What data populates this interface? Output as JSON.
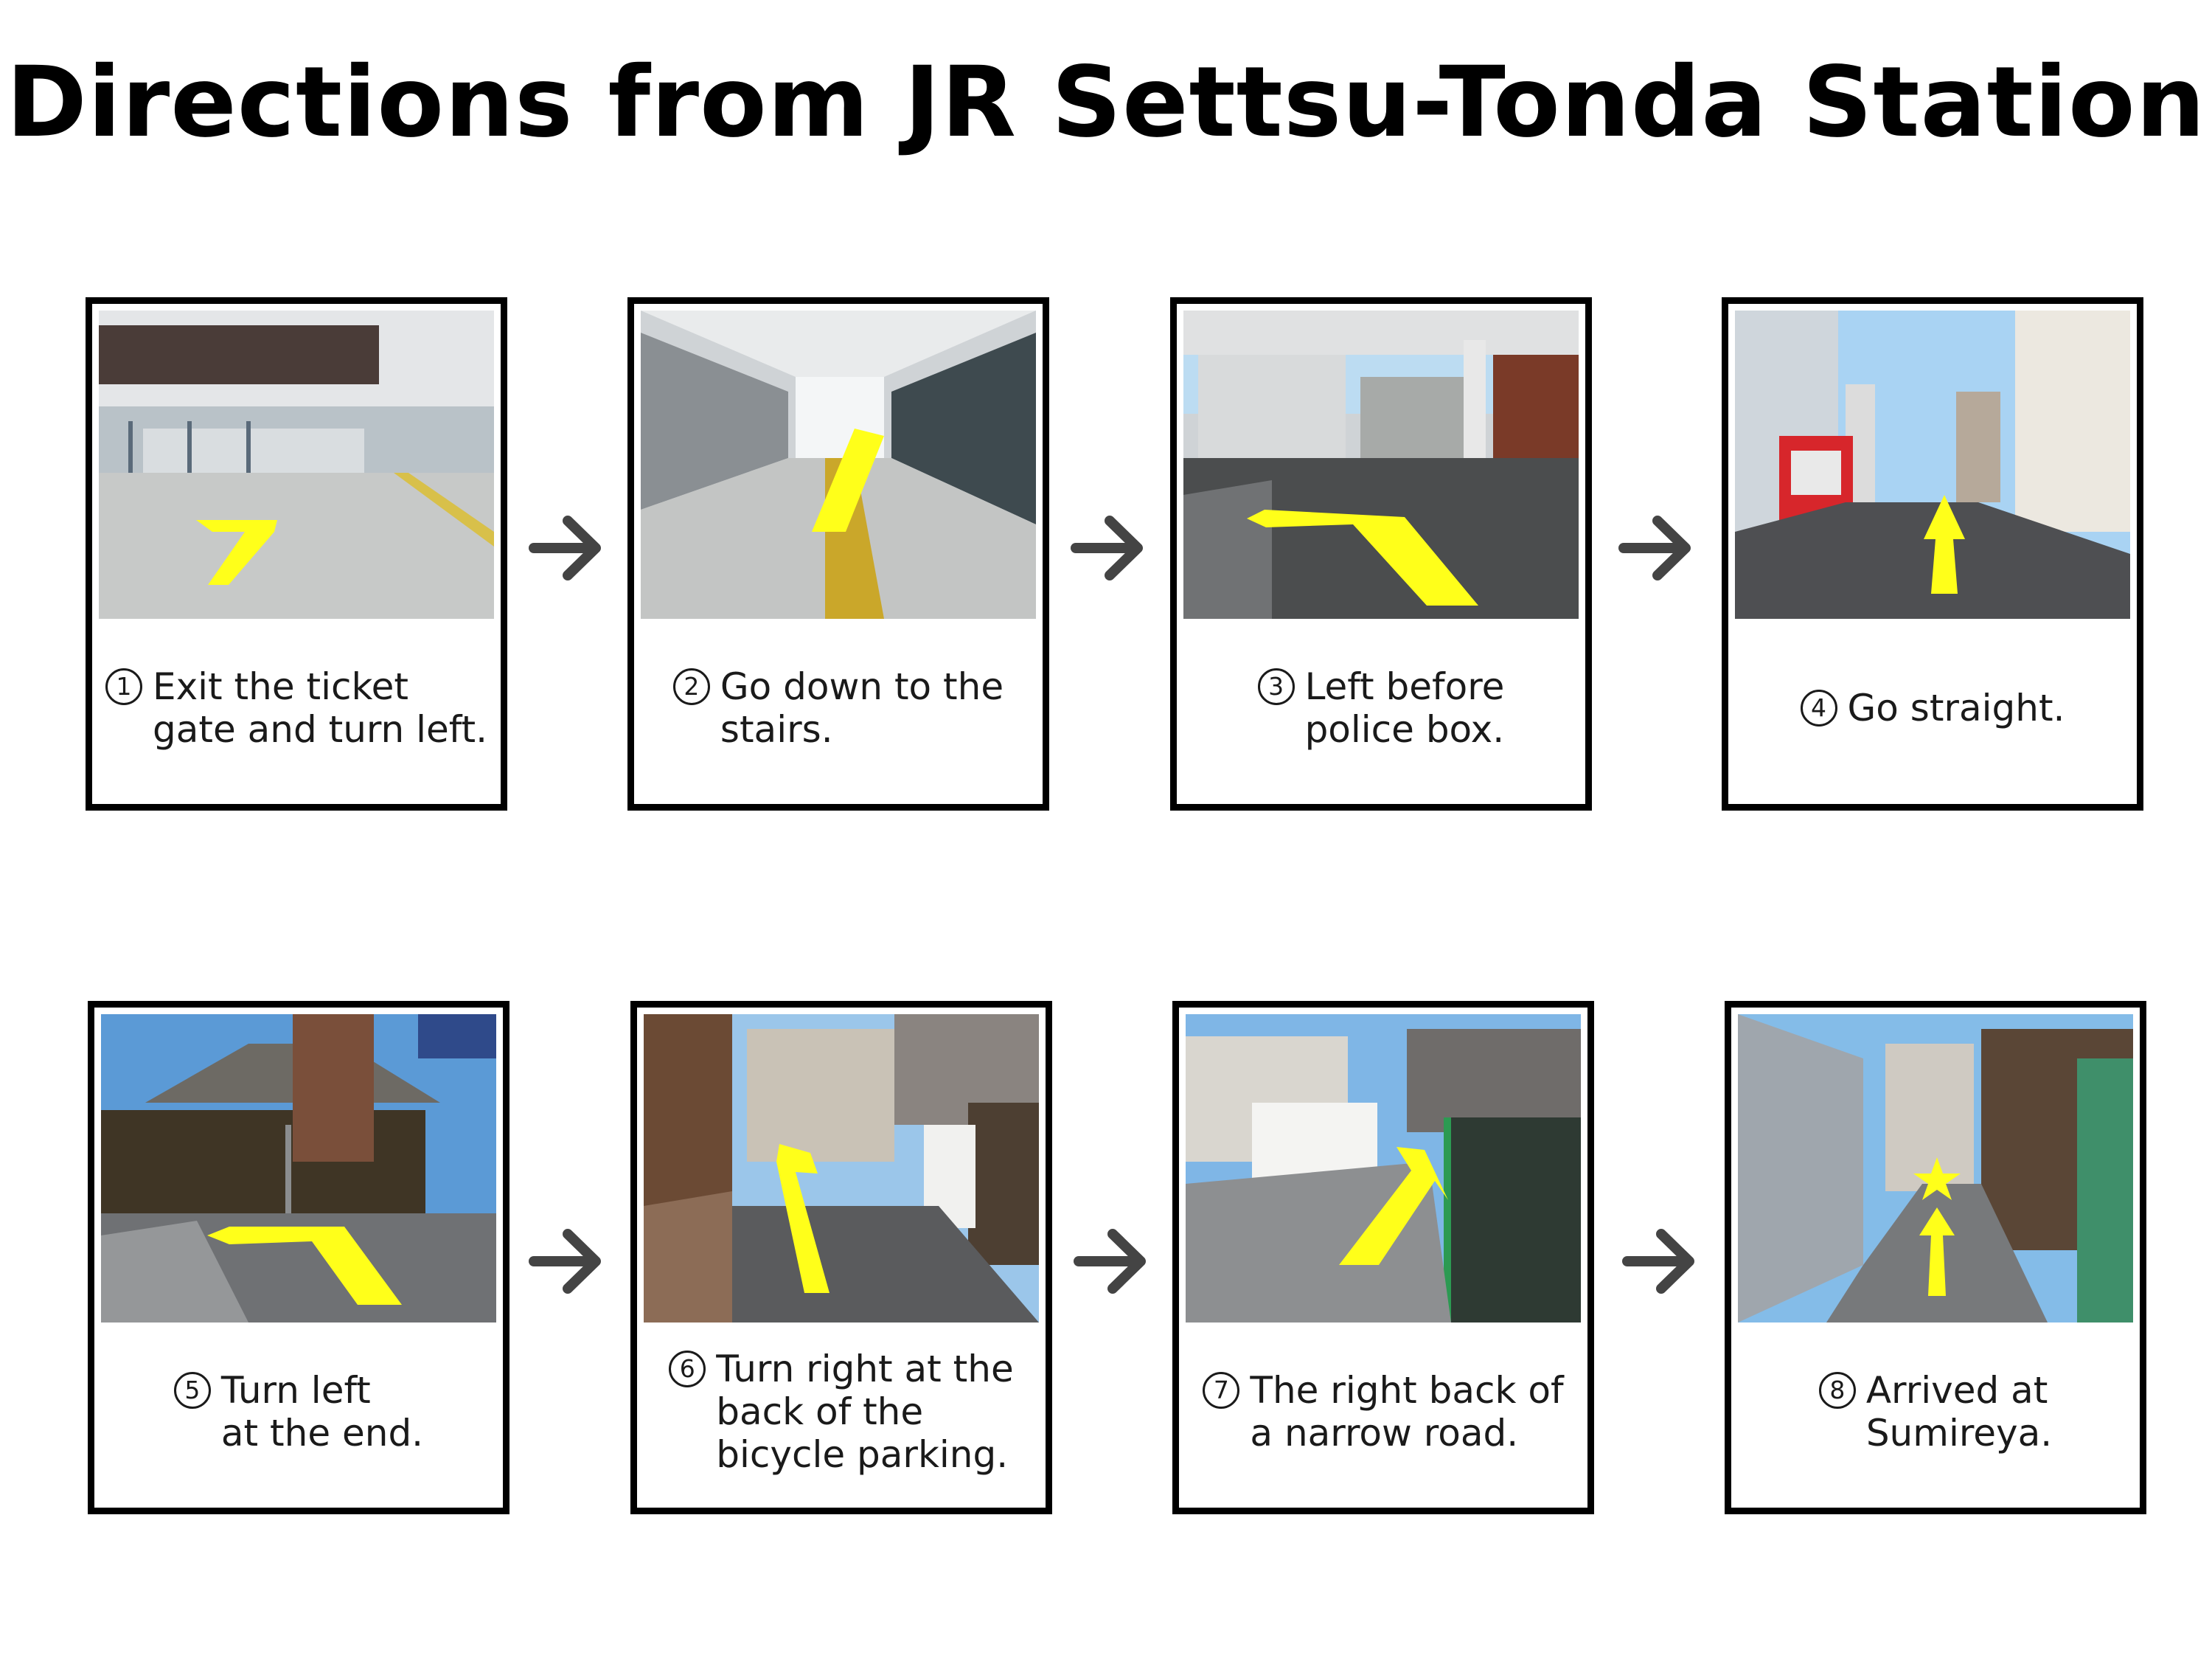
{
  "title": "Directions from JR Settsu-Tonda Station",
  "colors": {
    "frame": "#000000",
    "guide_arrow": "#ffff1a",
    "step_arrow": "#444444"
  },
  "steps": [
    {
      "number": "1",
      "caption": "Exit the ticket\ngate and turn left."
    },
    {
      "number": "2",
      "caption": "Go down to the\nstairs."
    },
    {
      "number": "3",
      "caption": "Left before\npolice box."
    },
    {
      "number": "4",
      "caption": "Go straight."
    },
    {
      "number": "5",
      "caption": "Turn left\nat the end."
    },
    {
      "number": "6",
      "caption": "Turn right at the\nback of the\nbicycle parking."
    },
    {
      "number": "7",
      "caption": "The right back of\na narrow road."
    },
    {
      "number": "8",
      "caption": "Arrived at\nSumireya."
    }
  ]
}
